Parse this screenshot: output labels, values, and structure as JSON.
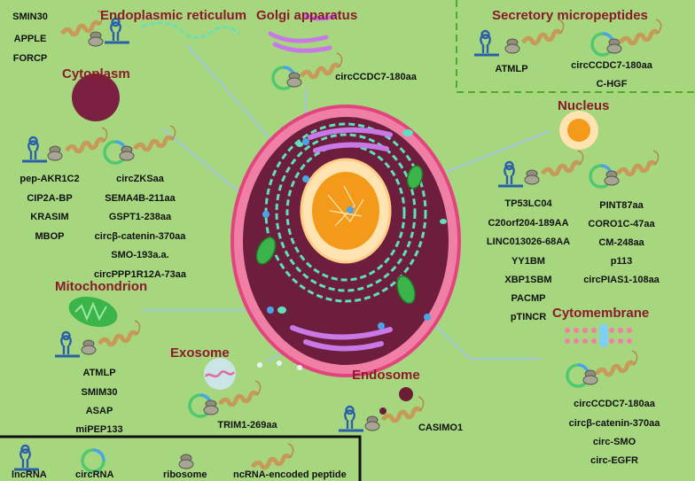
{
  "regions": {
    "er": "Endoplasmic reticulum",
    "golgi": "Golgi apparatus",
    "secretory": "Secretory  micropeptides",
    "cytoplasm": "Cytoplasm",
    "nucleus": "Nucleus",
    "mitochondrion": "Mitochondrion",
    "cytomembrane": "Cytomembrane",
    "exosome": "Exosome",
    "endosome": "Endosome"
  },
  "er_peptides": [
    "SMIN30",
    "APPLE",
    "FORCP"
  ],
  "golgi_peptides": [
    "circCCDC7-180aa"
  ],
  "secretory": {
    "lnc": [
      "ATMLP"
    ],
    "circ": [
      "circCCDC7-180aa",
      "C-HGF"
    ]
  },
  "cytoplasm": {
    "lnc": [
      "pep-AKR1C2",
      "CIP2A-BP",
      "KRASIM",
      "MBOP"
    ],
    "circ": [
      "circZKSaa",
      "SEMA4B-211aa",
      "GSPT1-238aa",
      "circβ-catenin-370aa",
      "SMO-193a.a.",
      "circPPP1R12A-73aa"
    ]
  },
  "nucleus": {
    "lnc": [
      "TP53LC04",
      "C20orf204-189AA",
      "LINC013026-68AA",
      "YY1BM",
      "XBP1SBM",
      "PACMP",
      "pTINCR"
    ],
    "circ": [
      "PINT87aa",
      "CORO1C-47aa",
      "CM-248aa",
      "p113",
      "circPIAS1-108aa"
    ]
  },
  "mitochondrion_peptides": [
    "ATMLP",
    "SMIM30",
    "ASAP",
    "miPEP133"
  ],
  "exosome_peptides": [
    "TRIM1-269aa"
  ],
  "endosome_peptides": [
    "CASIMO1"
  ],
  "cytomembrane_peptides": [
    "circCCDC7-180aa",
    "circβ-catenin-370aa",
    "circ-SMO",
    "circ-EGFR"
  ],
  "legend": {
    "lncrna": "lncRNA",
    "circrna": "circRNA",
    "ribosome": "ribosome",
    "peptide": "ncRNA-encoded peptide"
  },
  "colors": {
    "background": "#a6d77f",
    "title": "#8b1a2b",
    "membrane": "#e2457d",
    "cytoplasm": "#6e1e3d",
    "organelle": "#c879e6",
    "er_mesh": "#5ee0bf",
    "nucleus": "#ffcc88",
    "nucleolus": "#f39a1a",
    "mitochondria": "#3bb44a",
    "lncrna": "#2b5fa8",
    "circrna": "#4fc86f",
    "peptide": "#c79a5a",
    "ribosome": "#8f8d7e",
    "pointer_line": "#9fc3e8",
    "secretory_border": "#4caa2e"
  }
}
